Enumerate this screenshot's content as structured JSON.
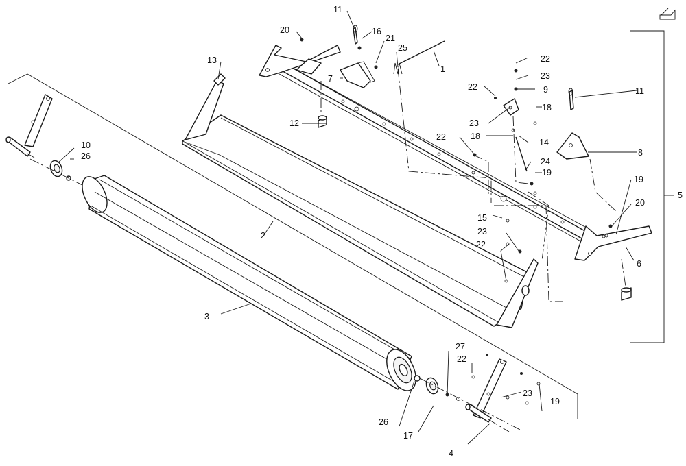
{
  "diagram": {
    "callouts": {
      "c1": "1",
      "c2": "2",
      "c3": "3",
      "c4": "4",
      "c5": "5",
      "c6": "6",
      "c7": "7",
      "c8": "8",
      "c9": "9",
      "c10": "10",
      "c11a": "11",
      "c11b": "11",
      "c12": "12",
      "c13": "13",
      "c14": "14",
      "c15": "15",
      "c16": "16",
      "c17": "17",
      "c18a": "18",
      "c18b": "18",
      "c19a": "19",
      "c19b": "19",
      "c19c": "19",
      "c20a": "20",
      "c20b": "20",
      "c21": "21",
      "c22a": "22",
      "c22b": "22",
      "c22c": "22",
      "c22d": "22",
      "c22e": "22",
      "c23a": "23",
      "c23b": "23",
      "c23c": "23",
      "c23d": "23",
      "c24": "24",
      "c25": "25",
      "c26a": "26",
      "c26b": "26",
      "c27": "27"
    },
    "nav_icon": "return-arrow-icon"
  }
}
